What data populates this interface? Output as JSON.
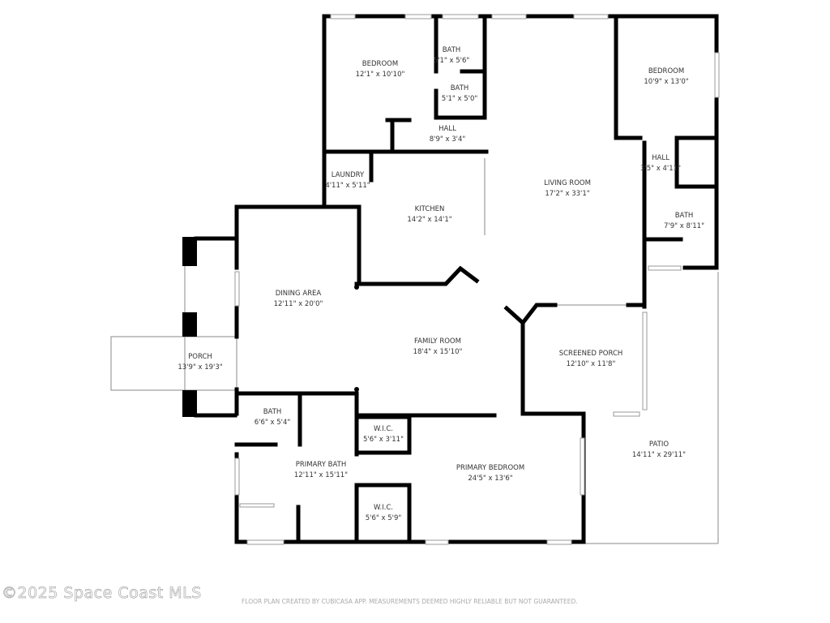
{
  "rooms": [
    {
      "name": "BEDROOM",
      "size": "12'1\" x 10'10\""
    },
    {
      "name": "BATH",
      "size": "5'1\" x 5'6\""
    },
    {
      "name": "BATH",
      "size": "5'1\" x 5'0\""
    },
    {
      "name": "HALL",
      "size": "8'9\" x 3'4\""
    },
    {
      "name": "BEDROOM",
      "size": "10'9\" x 13'0\""
    },
    {
      "name": "HALL",
      "size": "3'5\" x 4'11\""
    },
    {
      "name": "LAUNDRY",
      "size": "4'11\" x 5'11\""
    },
    {
      "name": "KITCHEN",
      "size": "14'2\" x 14'1\""
    },
    {
      "name": "LIVING ROOM",
      "size": "17'2\" x 33'1\""
    },
    {
      "name": "BATH",
      "size": "7'9\" x 8'11\""
    },
    {
      "name": "DINING AREA",
      "size": "12'11\" x 20'0\""
    },
    {
      "name": "PORCH",
      "size": "13'9\" x 19'3\""
    },
    {
      "name": "FAMILY ROOM",
      "size": "18'4\" x 15'10\""
    },
    {
      "name": "SCREENED PORCH",
      "size": "12'10\" x 11'8\""
    },
    {
      "name": "BATH",
      "size": "6'6\" x 5'4\""
    },
    {
      "name": "W.I.C.",
      "size": "5'6\" x 3'11\""
    },
    {
      "name": "PRIMARY BATH",
      "size": "12'11\" x 15'11\""
    },
    {
      "name": "PRIMARY BEDROOM",
      "size": "24'5\" x 13'6\""
    },
    {
      "name": "PATIO",
      "size": "14'11\" x 29'11\""
    },
    {
      "name": "W.I.C.",
      "size": "5'6\" x 5'9\""
    }
  ],
  "footer": {
    "copyright": "©2025 Space Coast MLS",
    "disclaimer": "FLOOR PLAN CREATED BY CUBICASA APP. MEASUREMENTS DEEMED HIGHLY RELIABLE BUT NOT GUARANTEED."
  }
}
